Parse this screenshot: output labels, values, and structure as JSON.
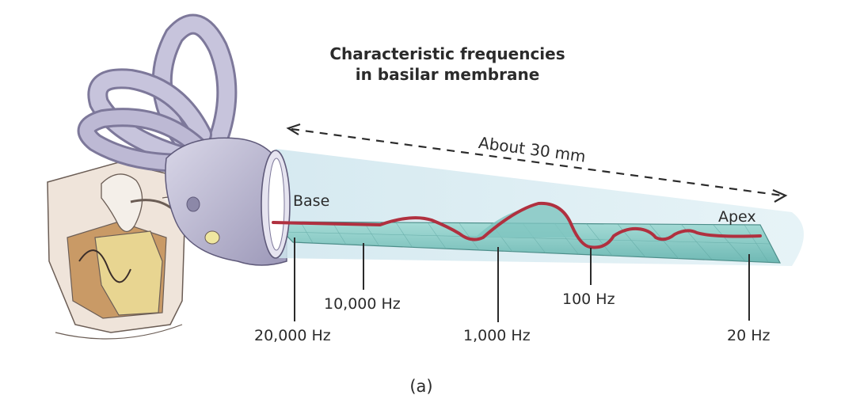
{
  "title_lines": [
    "Characteristic frequencies",
    "in basilar membrane"
  ],
  "distance_label": "About 30 mm",
  "base_label": "Base",
  "apex_label": "Apex",
  "frequency_markers": [
    "20,000 Hz",
    "10,000 Hz",
    "1,000 Hz",
    "100 Hz",
    "20 Hz"
  ],
  "caption": "(a)",
  "colors": {
    "cochlea": "#b9b6d0",
    "membrane": "#8fcfcb",
    "glow": "#d9edf3",
    "wave": "#b0303f",
    "bone": "#efe7df",
    "middle_ear_tan": "#c99a66",
    "middle_ear_yellow": "#e8d591"
  }
}
